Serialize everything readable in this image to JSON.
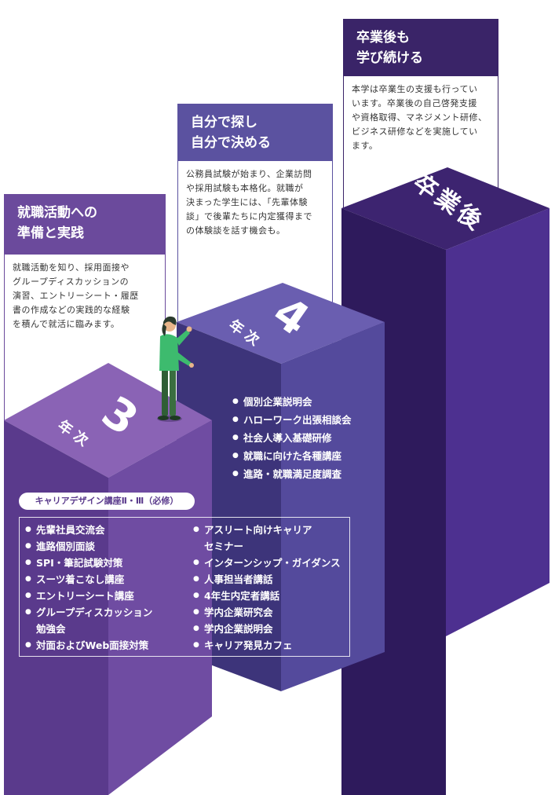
{
  "colors": {
    "year3": "#6b4a9c",
    "year4": "#5b52a0",
    "after": "#3a2468",
    "figure_shirt": "#3dbb6e",
    "figure_pants": "#2f5e35"
  },
  "stage1": {
    "title_line1": "就職活動への",
    "title_line2": "準備と実践",
    "desc_lines": [
      "就職活動を知り、採用面接や",
      "グループディスカッションの",
      "演習、エントリーシート・履歴",
      "書の作成などの実践的な経験",
      "を積んで就活に臨みます。"
    ],
    "block_number": "3",
    "block_label": "年次",
    "course_pill": "キャリアデザイン講座Ⅱ・Ⅲ（必修）",
    "items_left": [
      "先輩社員交流会",
      "進路個別面談",
      "SPI・筆記試験対策",
      "スーツ着こなし講座",
      "エントリーシート講座",
      "グループディスカッション",
      "勉強会",
      "対面およびWeb面接対策"
    ],
    "items_right": [
      "アスリート向けキャリア",
      "セミナー",
      "インターンシップ・ガイダンス",
      "人事担当者講話",
      "4年生内定者講話",
      "学内企業研究会",
      "学内企業説明会",
      "キャリア発見カフェ"
    ]
  },
  "stage2": {
    "title_line1": "自分で探し",
    "title_line2": "自分で決める",
    "desc_lines": [
      "公務員試験が始まり、企業訪問",
      "や採用試験も本格化。就職が",
      "決まった学生には、「先輩体験",
      "談」で後輩たちに内定獲得まで",
      "の体験談を話す機会も。"
    ],
    "block_number": "4",
    "block_label": "年次",
    "items": [
      "個別企業説明会",
      "ハローワーク出張相談会",
      "社会人導入基礎研修",
      "就職に向けた各種講座",
      "進路・就職満足度調査"
    ]
  },
  "stage3": {
    "title_line1": "卒業後も",
    "title_line2": "学び続ける",
    "desc_lines": [
      "本学は卒業生の支援も行ってい",
      "います。卒業後の自己啓発支援",
      "や資格取得、マネジメント研修、",
      "ビジネス研修などを実施してい",
      "ます。"
    ],
    "block_label": "卒業後"
  }
}
